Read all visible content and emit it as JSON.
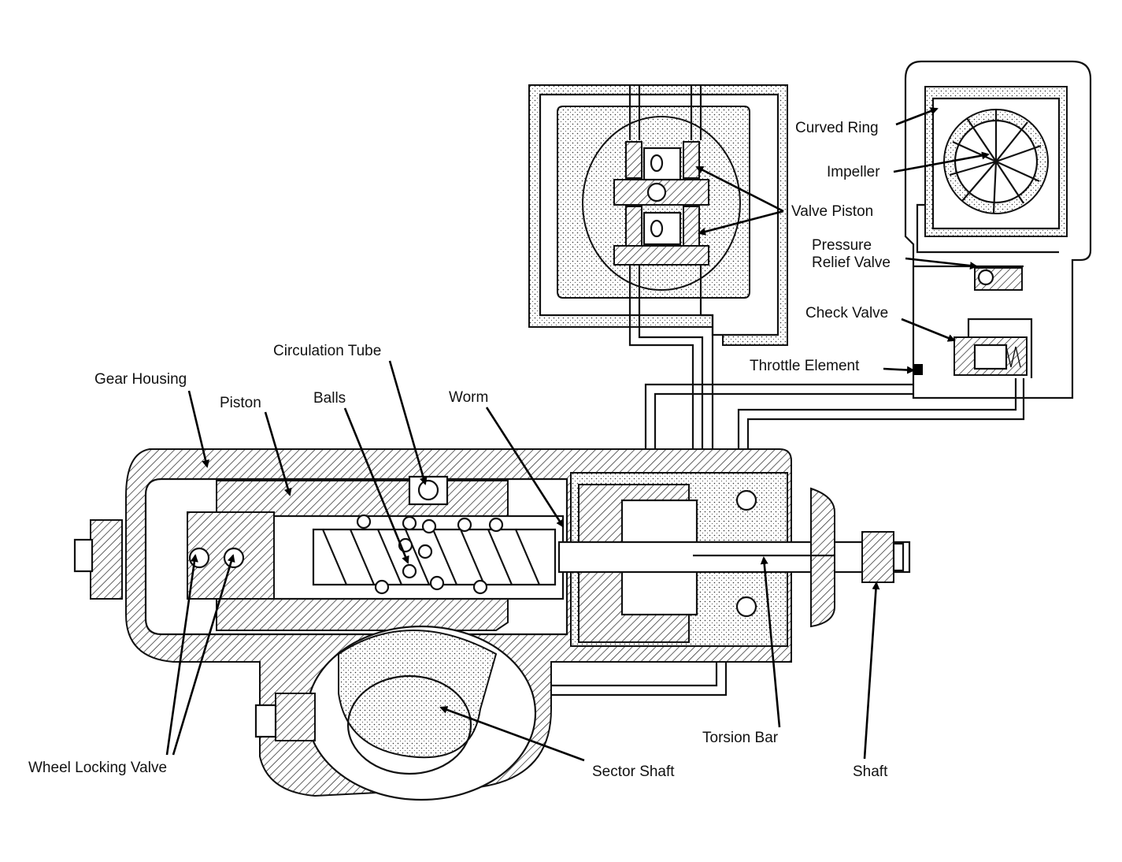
{
  "labels": {
    "gear_housing": "Gear Housing",
    "piston": "Piston",
    "balls": "Balls",
    "circulation_tube": "Circulation Tube",
    "worm": "Worm",
    "valve_piston": "Valve Piston",
    "curved_ring": "Curved Ring",
    "impeller": "Impeller",
    "pressure_relief_valve_line1": "Pressure",
    "pressure_relief_valve_line2": "Relief Valve",
    "check_valve": "Check Valve",
    "throttle_element": "Throttle Element",
    "wheel_locking_valve": "Wheel Locking Valve",
    "sector_shaft": "Sector Shaft",
    "torsion_bar": "Torsion Bar",
    "shaft": "Shaft"
  },
  "colors": {
    "ink": "#111111",
    "paper": "#ffffff"
  }
}
